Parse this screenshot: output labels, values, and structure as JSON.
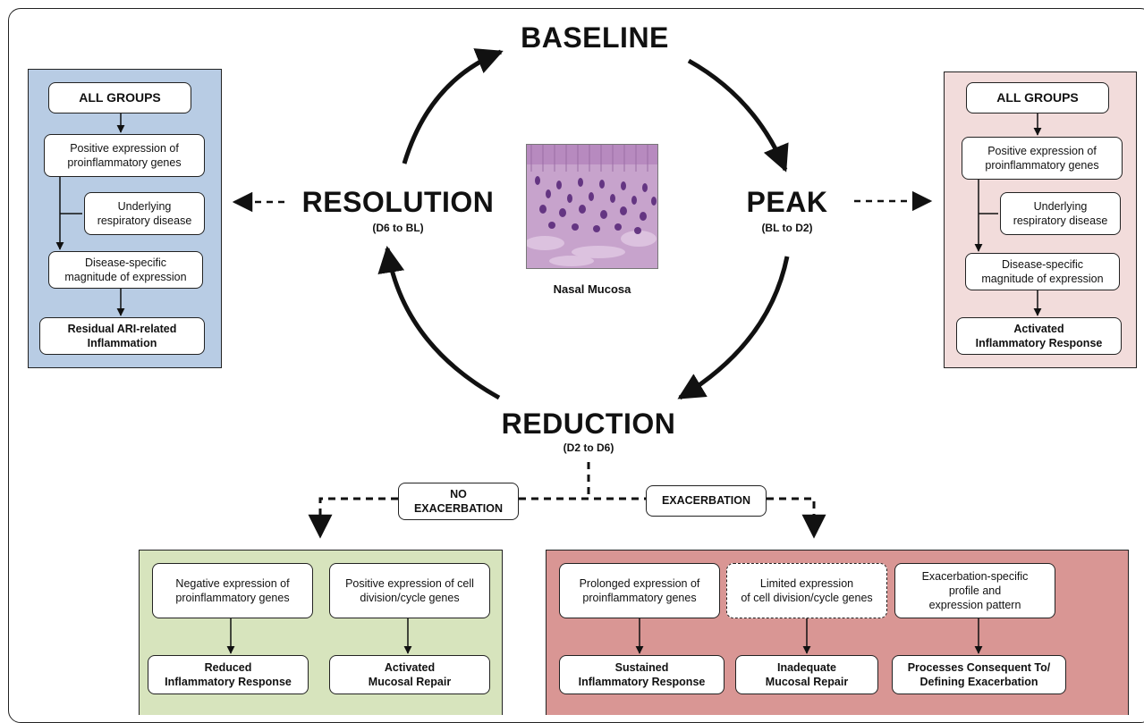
{
  "stages": {
    "baseline": "BASELINE",
    "peak": "PEAK",
    "peak_sub": "(BL to D2)",
    "reduction": "REDUCTION",
    "reduction_sub": "(D2 to D6)",
    "resolution": "RESOLUTION",
    "resolution_sub": "(D6 to BL)"
  },
  "center_image": {
    "caption": "Nasal Mucosa"
  },
  "left_panel": {
    "color": "#b8cce4",
    "all_groups": "ALL GROUPS",
    "positive_expression": "Positive expression of\nproinflammatory genes",
    "underlying": "Underlying\nrespiratory disease",
    "disease_specific": "Disease-specific\nmagnitude of expression",
    "outcome": "Residual ARI-related\nInflammation"
  },
  "right_panel": {
    "color": "#f2dcdb",
    "all_groups": "ALL GROUPS",
    "positive_expression": "Positive expression of\nproinflammatory  genes",
    "underlying": "Underlying\nrespiratory disease",
    "disease_specific": "Disease-specific\nmagnitude of expression",
    "outcome": "Activated\nInflammatory Response"
  },
  "branches": {
    "no_exacerbation": "NO\nEXACERBATION",
    "exacerbation": "EXACERBATION"
  },
  "green_panel": {
    "color": "#d7e4bd",
    "negative_expression": "Negative expression of\nproinflammatory genes",
    "positive_cell": "Positive expression of cell\ndivision/cycle genes",
    "reduced": "Reduced\nInflammatory Response",
    "activated_repair": "Activated\nMucosal Repair"
  },
  "red_panel": {
    "color": "#d99694",
    "prolonged": "Prolonged expression of\nproinflammatory genes",
    "limited": "Limited expression\nof cell division/cycle genes",
    "exac_profile": "Exacerbation-specific\nprofile and\nexpression pattern",
    "sustained": "Sustained\nInflammatory Response",
    "inadequate": "Inadequate\nMucosal Repair",
    "processes": "Processes Consequent To/\nDefining Exacerbation"
  }
}
